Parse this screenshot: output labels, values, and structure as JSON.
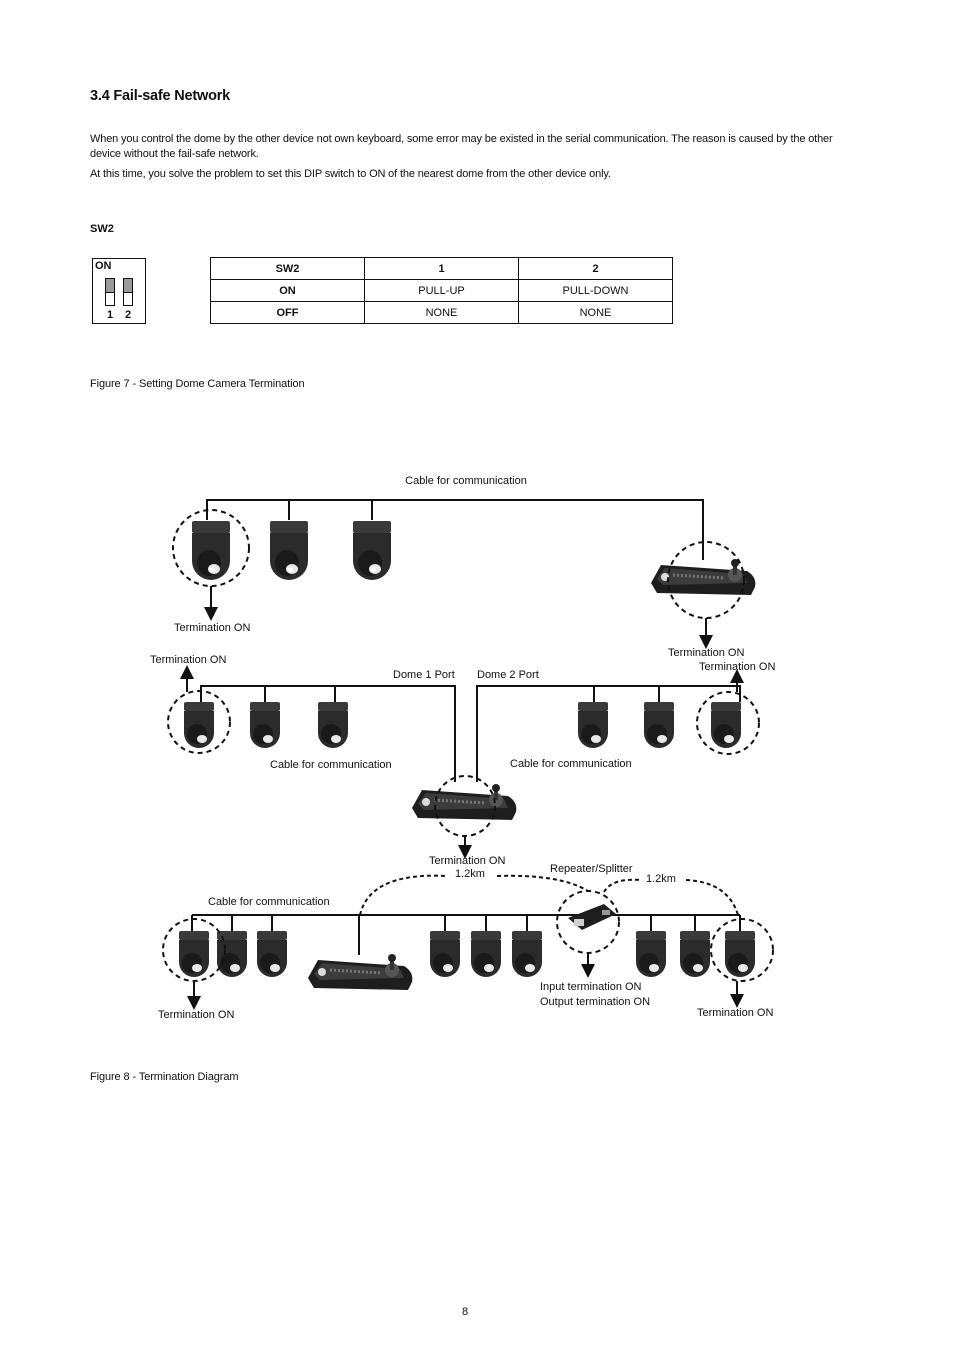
{
  "section": {
    "number": "3.4",
    "title": "3.4  Fail-safe Network"
  },
  "paragraphs": [
    "When you control the dome by the other device not own keyboard, some error may be existed in the serial communication. The reason is caused by the other device without the fail-safe network.",
    "At this time, you solve the problem to set this DIP switch to ON of the nearest dome from the other device only."
  ],
  "sw_label": "SW2",
  "dip": {
    "on_label": "ON",
    "num1": "1",
    "num2": "2"
  },
  "table": {
    "header": [
      "SW2",
      "1",
      "2"
    ],
    "rows": [
      [
        "ON",
        "PULL-UP",
        "PULL-DOWN"
      ],
      [
        "OFF",
        "NONE",
        "NONE"
      ]
    ]
  },
  "figure7_caption": "Figure 7 - Setting Dome Camera Termination",
  "diagram": {
    "cable_top": "Cable for communication",
    "term_top_left": "Termination ON",
    "term_top_right": "Termination ON",
    "term_mid_left": "Termination ON",
    "term_mid_right": "Termination ON",
    "dome1_port": "Dome 1 Port",
    "dome2_port": "Dome 2 Port",
    "cable_mid_left": "Cable for communication",
    "cable_mid_right": "Cable for communication",
    "term_mid_keyboard": "Termination ON",
    "dist_left": "1.2km",
    "repeater": "Repeater/Splitter",
    "dist_right": "1.2km",
    "cable_bottom": "Cable for communication",
    "input_term": "Input termination ON",
    "output_term": "Output termination ON",
    "term_bottom_left": "Termination ON",
    "term_bottom_right": "Termination ON"
  },
  "figure8_caption": "Figure 8 - Termination Diagram",
  "page_number": "8"
}
